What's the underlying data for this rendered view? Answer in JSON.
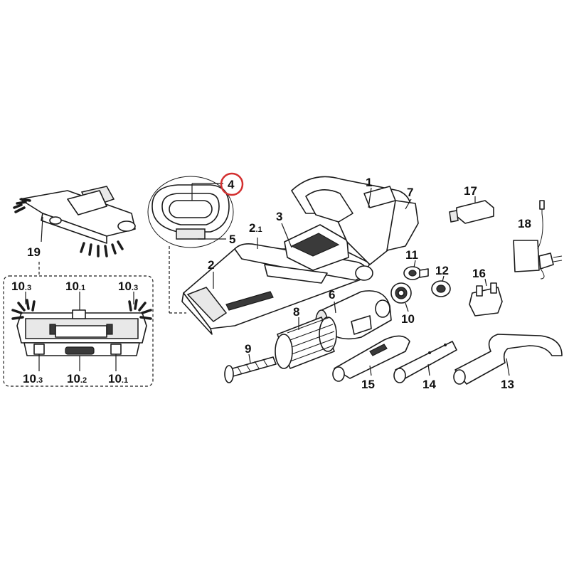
{
  "colors": {
    "line": "#1a1a1a",
    "background": "#ffffff",
    "highlight": "#d32f2f"
  },
  "highlighted_part": "4",
  "labels": {
    "p1": "1",
    "p2": "2",
    "p2_1": "2",
    "p2_1_sub": ".1",
    "p3": "3",
    "p4": "4",
    "p5": "5",
    "p6": "6",
    "p7": "7",
    "p8": "8",
    "p9": "9",
    "p10": "10",
    "p11": "11",
    "p12": "12",
    "p13": "13",
    "p14": "14",
    "p15": "15",
    "p16": "16",
    "p17": "17",
    "p18": "18",
    "p19": "19",
    "detail": {
      "tl_main": "10",
      "tl_sub": ".3",
      "tc_main": "10",
      "tc_sub": ".1",
      "tr_main": "10",
      "tr_sub": ".3",
      "bl_main": "10",
      "bl_sub": ".3",
      "bc_main": "10",
      "bc_sub": ".2",
      "br_main": "10",
      "br_sub": ".1"
    }
  }
}
